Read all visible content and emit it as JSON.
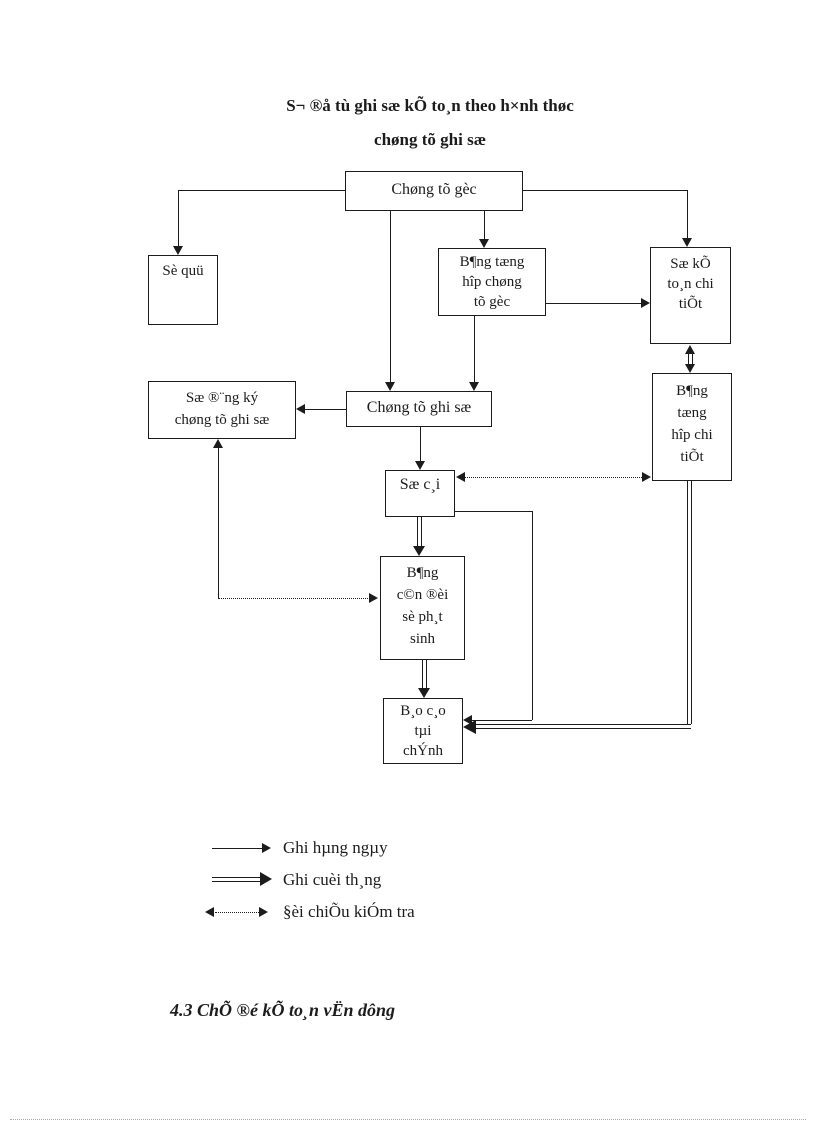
{
  "page": {
    "title_line1": "S¬ ®å tù ghi sæ kÕ to¸n theo h×nh thøc",
    "title_line2": "chøng tõ ghi sæ",
    "section_heading": "4.3 ChÕ ®é kÕ to¸n vËn dông"
  },
  "flowchart": {
    "boxes": {
      "chung_tu_goc": {
        "lines": [
          "Chøng tõ gèc"
        ]
      },
      "so_quy": {
        "lines": [
          "Sè quü"
        ]
      },
      "bang_tong_hop_chung_tu_goc": {
        "lines": [
          "B¶ng tæng",
          "hîp chøng",
          "tõ gèc"
        ]
      },
      "so_ke_toan_chi_tiet": {
        "lines": [
          "Sæ kÕ",
          "to¸n chi",
          "tiÕt"
        ]
      },
      "so_dang_ky_chung_tu_ghi_so": {
        "lines": [
          "Sæ ®¨ng ký",
          "chøng tõ ghi sæ"
        ]
      },
      "chung_tu_ghi_so": {
        "lines": [
          "Chøng tõ ghi sæ"
        ]
      },
      "bang_tong_hop_chi_tiet": {
        "lines": [
          "B¶ng",
          "tæng",
          "hîp chi",
          "tiÕt"
        ]
      },
      "so_cai": {
        "lines": [
          "Sæ c¸i"
        ]
      },
      "bang_can_doi_so_phat_sinh": {
        "lines": [
          "B¶ng",
          "c©n ®èi",
          "sè ph¸t",
          "sinh"
        ]
      },
      "bao_cao_tai_chinh": {
        "lines": [
          "B¸o c¸o",
          "tµi",
          "chÝnh"
        ]
      }
    }
  },
  "legend": {
    "items": [
      {
        "style": "solid-thin-arrow",
        "label": "Ghi hµng ngµy"
      },
      {
        "style": "double-line-arrow",
        "label": "Ghi cuèi th¸ng"
      },
      {
        "style": "dashed-double-headed-arrow",
        "label": "§èi chiÕu kiÓm tra"
      }
    ]
  },
  "colors": {
    "ink": "#1c1c1c",
    "page_bg": "#ffffff",
    "footer_rule": "#aaaaaa"
  }
}
